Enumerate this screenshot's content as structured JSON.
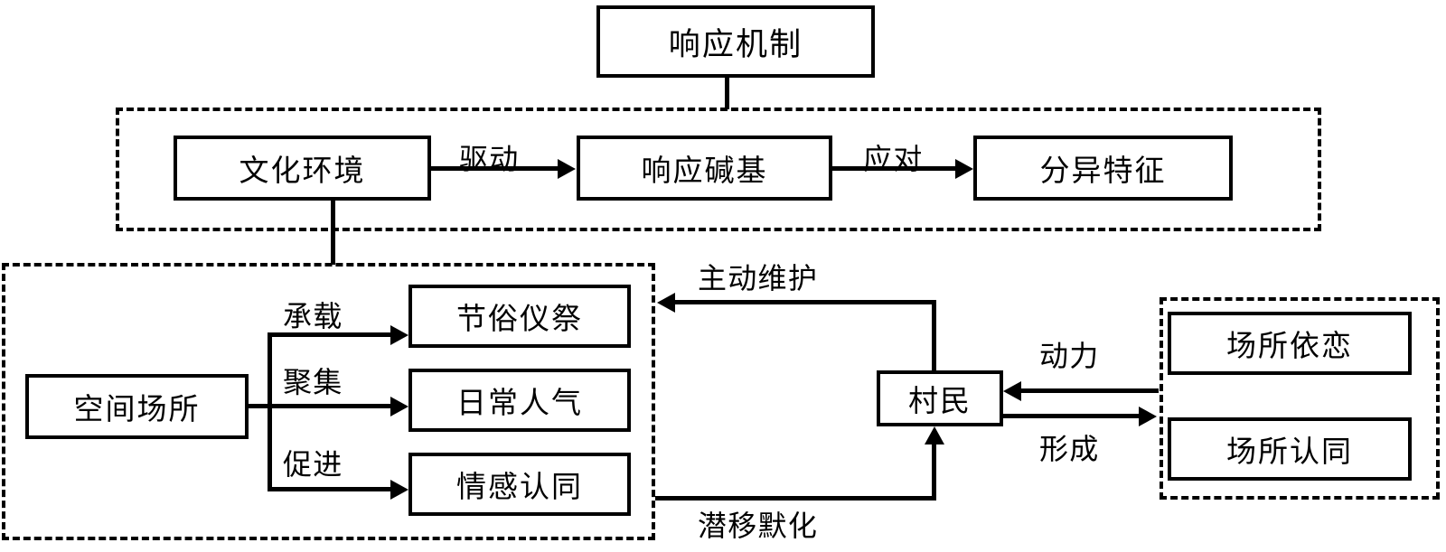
{
  "diagram": {
    "title": "响应机制",
    "groups": {
      "upper": {
        "name": "upper-dashed-group"
      },
      "lower_left": {
        "name": "lower-left-dashed-group"
      },
      "right": {
        "name": "right-dashed-group"
      }
    },
    "nodes": {
      "top": {
        "label": "响应机制"
      },
      "culture": {
        "label": "文化环境"
      },
      "base": {
        "label": "响应碱基"
      },
      "divergence": {
        "label": "分异特征"
      },
      "place": {
        "label": "空间场所"
      },
      "ritual": {
        "label": "节俗仪祭"
      },
      "popularity": {
        "label": "日常人气"
      },
      "emotion": {
        "label": "情感认同"
      },
      "villager": {
        "label": "村民"
      },
      "attachment": {
        "label": "场所依恋"
      },
      "identity": {
        "label": "场所认同"
      }
    },
    "edges": {
      "drive": {
        "label": "驱动"
      },
      "respond": {
        "label": "应对"
      },
      "carry": {
        "label": "承载"
      },
      "gather": {
        "label": "聚集"
      },
      "promote": {
        "label": "促进"
      },
      "active_maintenance": {
        "label": "主动维护"
      },
      "imperceptible": {
        "label": "潜移默化"
      },
      "motivation": {
        "label": "动力"
      },
      "formation": {
        "label": "形成"
      }
    },
    "colors": {
      "stroke": "#000000",
      "background": "#ffffff"
    }
  }
}
